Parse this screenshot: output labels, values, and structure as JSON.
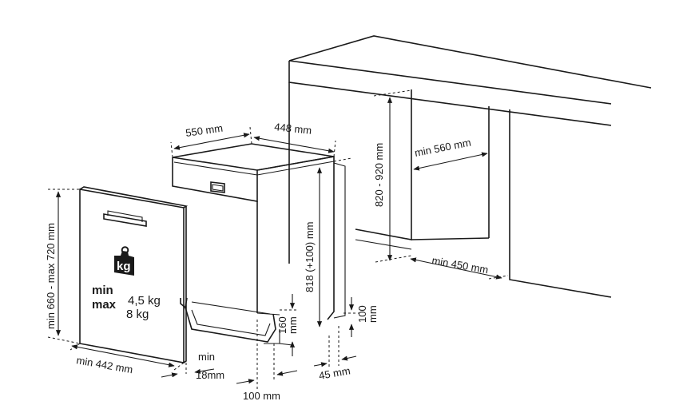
{
  "colors": {
    "line": "#1a1a1a",
    "panel_fill": "#f4f4f4",
    "icon_fill": "#1a1a1a",
    "icon_text": "#ffffff"
  },
  "dimensions": {
    "width_550": "550 mm",
    "depth_448": "448 mm",
    "height_818": "818 (+100) mm",
    "niche_height": "820 - 920 mm",
    "niche_width": "min 560 mm",
    "niche_depth": "min 450 mm",
    "door_height": "min 660 - max 720 mm",
    "door_width": "min 442 mm",
    "gap_min": "min",
    "gap_18": "18mm",
    "plinth_100": "100 mm",
    "plinth_45": "45 mm",
    "kick_160": "160",
    "kick_160_unit": "mm",
    "adj_100": "100",
    "adj_100_unit": "mm"
  },
  "door_weight": {
    "icon_label": "kg",
    "min_label": "min",
    "min_value": "4,5 kg",
    "max_label": "max",
    "max_value": "8 kg"
  }
}
